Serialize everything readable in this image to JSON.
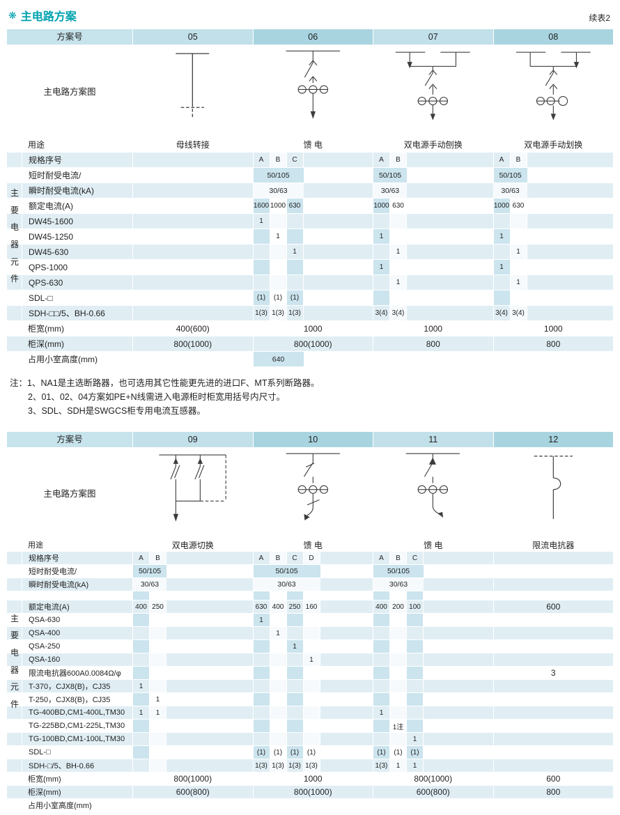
{
  "page": {
    "title": "主电路方案",
    "title_icon_glyph": "❋",
    "continuation_label": "续表2"
  },
  "colors": {
    "accent_teal": "#00a2ae",
    "header_fill": "#c2e0ea",
    "header_fill_dark": "#a8d4e0",
    "row_stripe": "#e0eef4",
    "cell_tint": "#cbe4ee"
  },
  "notes": {
    "lines": [
      "注：1、NA1是主选断路器，也可选用其它性能更先进的进口F、MT系列断路器。",
      "2、01、02、04方案如PE+N线需进入电源柜时柜宽用括号内尺寸。",
      "3、SDL、SDH是SWGCS柜专用电流互感器。"
    ]
  },
  "tables": [
    {
      "header_label": "方案号",
      "diagram_label": "主电路方案图",
      "group_label": "主要电器元件",
      "columns": [
        {
          "id": "05",
          "subcols": 0,
          "diagram": "busbar-transfer"
        },
        {
          "id": "06",
          "subcols": 3,
          "diagram": "feeder-breaker"
        },
        {
          "id": "07",
          "subcols": 2,
          "diagram": "dual-supply-manual-left"
        },
        {
          "id": "08",
          "subcols": 2,
          "diagram": "dual-supply-manual-right"
        }
      ],
      "rows": [
        {
          "label": "用途",
          "type": "span",
          "group": false,
          "values": {
            "05": "母线转接",
            "06": "馈 电",
            "07": "双电源手动刨换",
            "08": "双电源手动划换"
          }
        },
        {
          "label": "规格序号",
          "type": "sub",
          "group": true,
          "cells": {
            "06": [
              "A",
              "B",
              "C"
            ],
            "07": [
              "A",
              "B"
            ],
            "08": [
              "A",
              "B"
            ]
          }
        },
        {
          "label": "短时耐受电流/",
          "type": "subspan",
          "group": true,
          "values": {
            "06": "50/105",
            "07": "50/105",
            "08": "50/105"
          }
        },
        {
          "label": "瞬时耐受电流(kA)",
          "type": "subspan",
          "group": true,
          "values": {
            "06": "30/63",
            "07": "30/63",
            "08": "30/63"
          }
        },
        {
          "label": "额定电流(A)",
          "type": "sub",
          "group": true,
          "cells": {
            "06": [
              "1600",
              "1000",
              "630"
            ],
            "07": [
              "1000",
              "630"
            ],
            "08": [
              "1000",
              "630"
            ]
          }
        },
        {
          "label": "DW45-1600",
          "type": "sub",
          "group": true,
          "cells": {
            "06": [
              "1",
              "",
              ""
            ]
          }
        },
        {
          "label": "DW45-1250",
          "type": "sub",
          "group": true,
          "cells": {
            "06": [
              "",
              "1",
              ""
            ],
            "07": [
              "1",
              ""
            ],
            "08": [
              "1",
              ""
            ]
          }
        },
        {
          "label": "DW45-630",
          "type": "sub",
          "group": true,
          "cells": {
            "06": [
              "",
              "",
              "1"
            ],
            "07": [
              "",
              "1"
            ],
            "08": [
              "",
              "1"
            ]
          }
        },
        {
          "label": "QPS-1000",
          "type": "sub",
          "group": true,
          "cells": {
            "07": [
              "1",
              ""
            ],
            "08": [
              "1",
              ""
            ]
          }
        },
        {
          "label": "QPS-630",
          "type": "sub",
          "group": true,
          "cells": {
            "07": [
              "",
              "1"
            ],
            "08": [
              "",
              "1"
            ]
          }
        },
        {
          "label": "SDL-□",
          "type": "sub",
          "group": true,
          "cells": {
            "06": [
              "(1)",
              "(1)",
              "(1)"
            ]
          }
        },
        {
          "label": "SDH-□□/5、BH-0.66",
          "type": "sub",
          "group": true,
          "cells": {
            "06": [
              "1(3)",
              "1(3)",
              "1(3)"
            ],
            "07": [
              "3(4)",
              "3(4)"
            ],
            "08": [
              "3(4)",
              "3(4)"
            ]
          }
        },
        {
          "label": "柜宽(mm)",
          "type": "span",
          "group": false,
          "values": {
            "05": "400(600)",
            "06": "1000",
            "07": "1000",
            "08": "1000"
          }
        },
        {
          "label": "柜深(mm)",
          "type": "span",
          "group": false,
          "values": {
            "05": "800(1000)",
            "06": "800(1000)",
            "07": "800",
            "08": "800"
          }
        },
        {
          "label": "占用小室高度(mm)",
          "type": "subspan",
          "group": false,
          "values": {
            "06": "640"
          }
        }
      ]
    },
    {
      "header_label": "方案号",
      "diagram_label": "主电路方案图",
      "group_label": "主要电器元件",
      "columns": [
        {
          "id": "09",
          "subcols": 2,
          "diagram": "dual-supply-transfer"
        },
        {
          "id": "10",
          "subcols": 4,
          "diagram": "feeder-switch-a"
        },
        {
          "id": "11",
          "subcols": 3,
          "diagram": "feeder-switch-b"
        },
        {
          "id": "12",
          "subcols": 0,
          "diagram": "current-limiting-reactor"
        }
      ],
      "rows": [
        {
          "label": "用途",
          "type": "span",
          "group": false,
          "values": {
            "09": "双电源切换",
            "10": "馈 电",
            "11": "馈 电",
            "12": "限流电抗器"
          }
        },
        {
          "label": "规格序号",
          "type": "sub",
          "group": true,
          "cells": {
            "09": [
              "A",
              "B"
            ],
            "10": [
              "A",
              "B",
              "C",
              "D"
            ],
            "11": [
              "A",
              "B",
              "C"
            ]
          }
        },
        {
          "label": "短时耐受电流/",
          "type": "subspan",
          "group": true,
          "values": {
            "09": "50/105",
            "10": "50/105",
            "11": "50/105"
          }
        },
        {
          "label": "瞬时耐受电流(kA)",
          "type": "subspan",
          "group": true,
          "values": {
            "09": "30/63",
            "10": "30/63",
            "11": "30/63"
          }
        },
        {
          "label": "",
          "type": "spacer",
          "group": true
        },
        {
          "label": "额定电流(A)",
          "type": "span",
          "group": true,
          "cells": {
            "09": [
              "400",
              "250"
            ],
            "10": [
              "630",
              "400",
              "250",
              "160"
            ],
            "11": [
              "400",
              "200",
              "100"
            ]
          },
          "values": {
            "12": "600"
          }
        },
        {
          "label": "QSA-630",
          "type": "sub",
          "group": true,
          "cells": {
            "10": [
              "1",
              "",
              "",
              ""
            ]
          }
        },
        {
          "label": "QSA-400",
          "type": "sub",
          "group": true,
          "cells": {
            "10": [
              "",
              "1",
              "",
              ""
            ]
          }
        },
        {
          "label": "QSA-250",
          "type": "sub",
          "group": true,
          "cells": {
            "10": [
              "",
              "",
              "1",
              ""
            ]
          }
        },
        {
          "label": "QSA-160",
          "type": "sub",
          "group": true,
          "cells": {
            "10": [
              "",
              "",
              "",
              "1"
            ]
          }
        },
        {
          "label": "限流电抗器600A0.0084Ω/φ",
          "type": "span",
          "group": true,
          "values": {
            "12": "3"
          }
        },
        {
          "label": "T-370，CJX8(B)，CJ35",
          "type": "sub",
          "group": true,
          "cells": {
            "09": [
              "1",
              ""
            ]
          }
        },
        {
          "label": "T-250，CJX8(B)，CJ35",
          "type": "sub",
          "group": true,
          "cells": {
            "09": [
              "",
              "1"
            ]
          }
        },
        {
          "label": "TG-400BD,CM1-400L,TM30",
          "type": "sub",
          "group": true,
          "cells": {
            "09": [
              "1",
              "1"
            ],
            "11": [
              "1",
              "",
              ""
            ]
          }
        },
        {
          "label": "TG-225BD,CM1-225L,TM30",
          "type": "sub",
          "group": true,
          "cells": {
            "11": [
              "",
              "1注",
              ""
            ]
          }
        },
        {
          "label": "TG-100BD,CM1-100L,TM30",
          "type": "sub",
          "group": true,
          "cells": {
            "11": [
              "",
              "",
              "1"
            ]
          }
        },
        {
          "label": "SDL-□",
          "type": "sub",
          "group": true,
          "cells": {
            "10": [
              "(1)",
              "(1)",
              "(1)",
              "(1)"
            ],
            "11": [
              "(1)",
              "(1)",
              "(1)"
            ]
          }
        },
        {
          "label": "SDH-□/5、BH-0.66",
          "type": "sub",
          "group": true,
          "cells": {
            "10": [
              "1(3)",
              "1(3)",
              "1(3)",
              "1(3)"
            ],
            "11": [
              "1(3)",
              "1",
              "1"
            ]
          }
        },
        {
          "label": "柜宽(mm)",
          "type": "span",
          "group": false,
          "values": {
            "09": "800(1000)",
            "10": "1000",
            "11": "800(1000)",
            "12": "600"
          }
        },
        {
          "label": "柜深(mm)",
          "type": "span",
          "group": false,
          "values": {
            "09": "600(800)",
            "10": "800(1000)",
            "11": "600(800)",
            "12": "800"
          }
        },
        {
          "label": "占用小室高度(mm)",
          "type": "span",
          "group": false,
          "values": {}
        }
      ]
    }
  ]
}
